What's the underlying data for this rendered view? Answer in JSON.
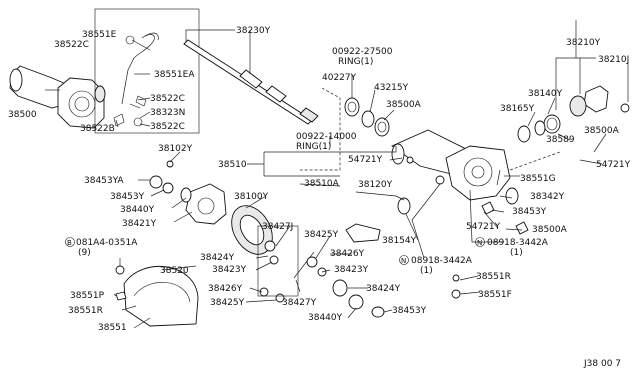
{
  "diagram": {
    "code": "J38 00 7",
    "labels": {
      "l38551E": "38551E",
      "l38522C_a": "38522C",
      "l38551EA": "38551EA",
      "l38500": "38500",
      "l38522C_b": "38522C",
      "l38323N": "38323N",
      "l38522B": "38522B",
      "l38522C_c": "38522C",
      "l38230Y": "38230Y",
      "l00922_27500": "00922-27500",
      "lRING1_a": "RING(1)",
      "l40227Y": "40227Y",
      "l43215Y": "43215Y",
      "l38500A_a": "38500A",
      "l00922_14000": "00922-14000",
      "lRING1_b": "RING(1)",
      "l38210Y": "38210Y",
      "l38210J": "38210J",
      "l38140Y": "38140Y",
      "l38165Y": "38165Y",
      "l38589": "38589",
      "l38500A_b": "38500A",
      "l54721Y_a": "54721Y",
      "l54721Y_b": "54721Y",
      "l38102Y": "38102Y",
      "l38510": "38510",
      "l38453YA": "38453YA",
      "l38510A": "38510A",
      "l38120Y": "38120Y",
      "l38551G": "38551G",
      "l38342Y": "38342Y",
      "l38453Y_a": "38453Y",
      "l38440Y_a": "38440Y",
      "l38100Y": "38100Y",
      "l38453Y_b": "38453Y",
      "l38421Y": "38421Y",
      "l54721Y_c": "54721Y",
      "l38500A_c": "38500A",
      "l38427J": "38427J",
      "l38154Y": "38154Y",
      "l08918_3442A_a": "08918-3442A",
      "l08918_3442A_a_qty": "(1)",
      "l38424Y_a": "38424Y",
      "l38425Y_a": "38425Y",
      "l38423Y_a": "38423Y",
      "l38426Y_a": "38426Y",
      "l08918_3442A_b": "08918-3442A",
      "l08918_3442A_b_qty": "(1)",
      "l081A4_0351A": "081A4-0351A",
      "l081A4_qty": "(9)",
      "l38520": "38520",
      "l38423Y_b": "38423Y",
      "l38551R_a": "38551R",
      "l38426Y_b": "38426Y",
      "l38551F": "38551F",
      "l38425Y_b": "38425Y",
      "l38427Y": "38427Y",
      "l38424Y_b": "38424Y",
      "l38551P": "38551P",
      "l38551R_b": "38551R",
      "l38440Y_b": "38440Y",
      "l38453Y_c": "38453Y",
      "l38551": "38551",
      "mark_B": "B",
      "mark_N1": "N",
      "mark_N2": "N"
    }
  }
}
